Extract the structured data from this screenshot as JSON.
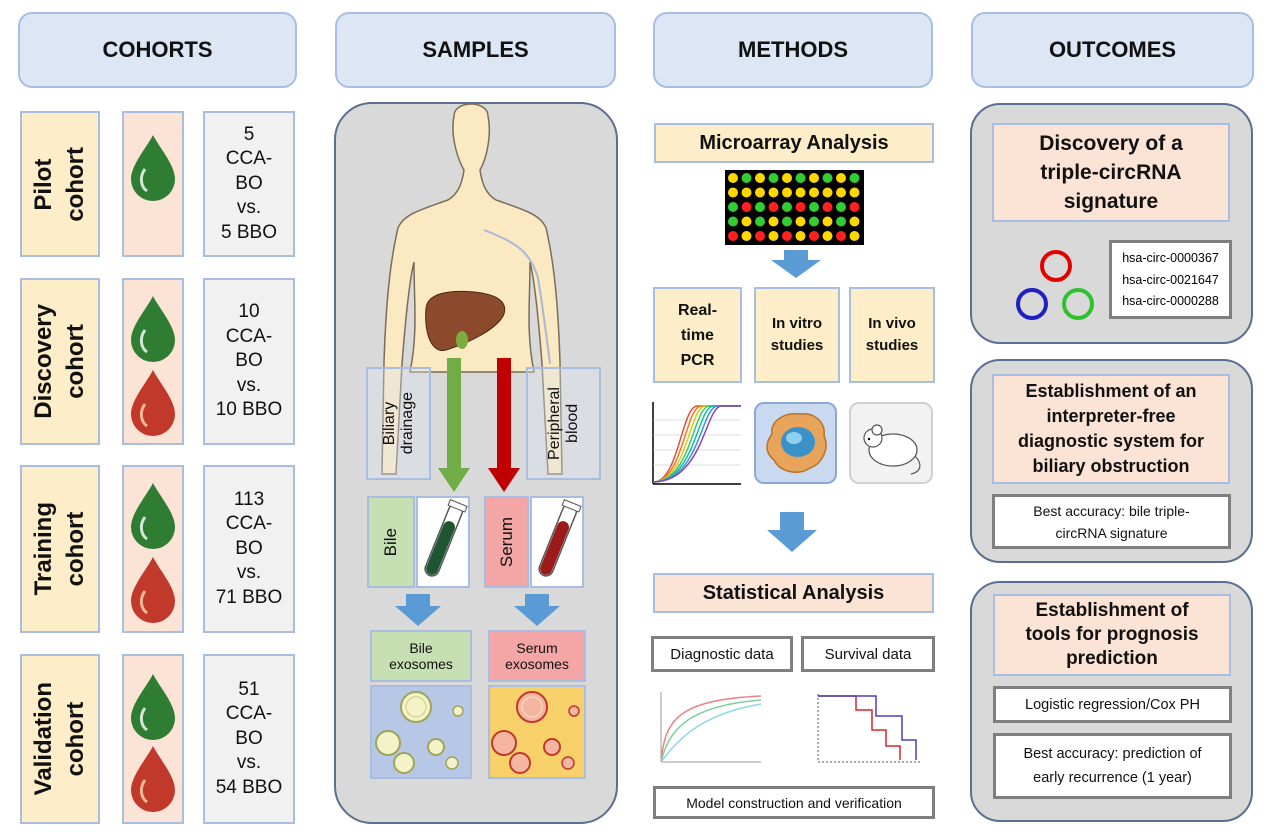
{
  "headers": [
    "COHORTS",
    "SAMPLES",
    "METHODS",
    "OUTCOMES"
  ],
  "cohorts": [
    {
      "name_line1": "Pilot",
      "name_line2": "cohort",
      "count": [
        "5",
        "CCA-",
        "BO",
        "vs.",
        "5 BBO"
      ],
      "drops": [
        "green"
      ]
    },
    {
      "name_line1": "Discovery",
      "name_line2": "cohort",
      "count": [
        "10",
        "CCA-",
        "BO",
        "vs.",
        "10 BBO"
      ],
      "drops": [
        "green",
        "red"
      ]
    },
    {
      "name_line1": "Training",
      "name_line2": "cohort",
      "count": [
        "113",
        "CCA-",
        "BO",
        "vs.",
        "71 BBO"
      ],
      "drops": [
        "green",
        "red"
      ]
    },
    {
      "name_line1": "Validation",
      "name_line2": "cohort",
      "count": [
        "51",
        "CCA-",
        "BO",
        "vs.",
        "54 BBO"
      ],
      "drops": [
        "green",
        "red"
      ]
    }
  ],
  "samples": {
    "biliary_line1": "Biliary",
    "biliary_line2": "drainage",
    "peripheral_line1": "Peripheral",
    "peripheral_line2": "blood",
    "bile": "Bile",
    "serum": "Serum",
    "bile_exo_line1": "Bile",
    "bile_exo_line2": "exosomes",
    "serum_exo_line1": "Serum",
    "serum_exo_line2": "exosomes"
  },
  "methods": {
    "microarray": "Microarray Analysis",
    "rtpcr": [
      "Real-",
      "time",
      "PCR"
    ],
    "invitro": [
      "In vitro",
      "studies"
    ],
    "invivo": [
      "In vivo",
      "studies"
    ],
    "statistical": "Statistical Analysis",
    "diagnostic": "Diagnostic data",
    "survival": "Survival data",
    "model": "Model construction and verification"
  },
  "outcomes": {
    "discovery": [
      "Discovery of a",
      "triple-circRNA",
      "signature"
    ],
    "circ": [
      "hsa-circ-0000367",
      "hsa-circ-0021647",
      "hsa-circ-0000288"
    ],
    "establishment": [
      "Establishment of an",
      "interpreter-free",
      "diagnostic system for",
      "biliary obstruction"
    ],
    "best1": [
      "Best accuracy: bile triple-",
      "circRNA signature"
    ],
    "tools": [
      "Establishment of",
      "tools for prognosis",
      "prediction"
    ],
    "logistic": "Logistic regression/Cox PH",
    "best2": [
      "Best accuracy: prediction of",
      "early recurrence (1 year)"
    ]
  },
  "colors": {
    "header_fill": "#dde6f4",
    "header_border": "#a9bde0",
    "panel_gray": "#d9d9d9",
    "cream": "#fdedc8",
    "peach": "#fbe3d6",
    "green_drop": "#2e7d32",
    "red_drop": "#c0392b",
    "arrow_blue": "#5b9bd5",
    "bile_green": "#c6e0b4",
    "serum_pink": "#f4a6a6"
  }
}
